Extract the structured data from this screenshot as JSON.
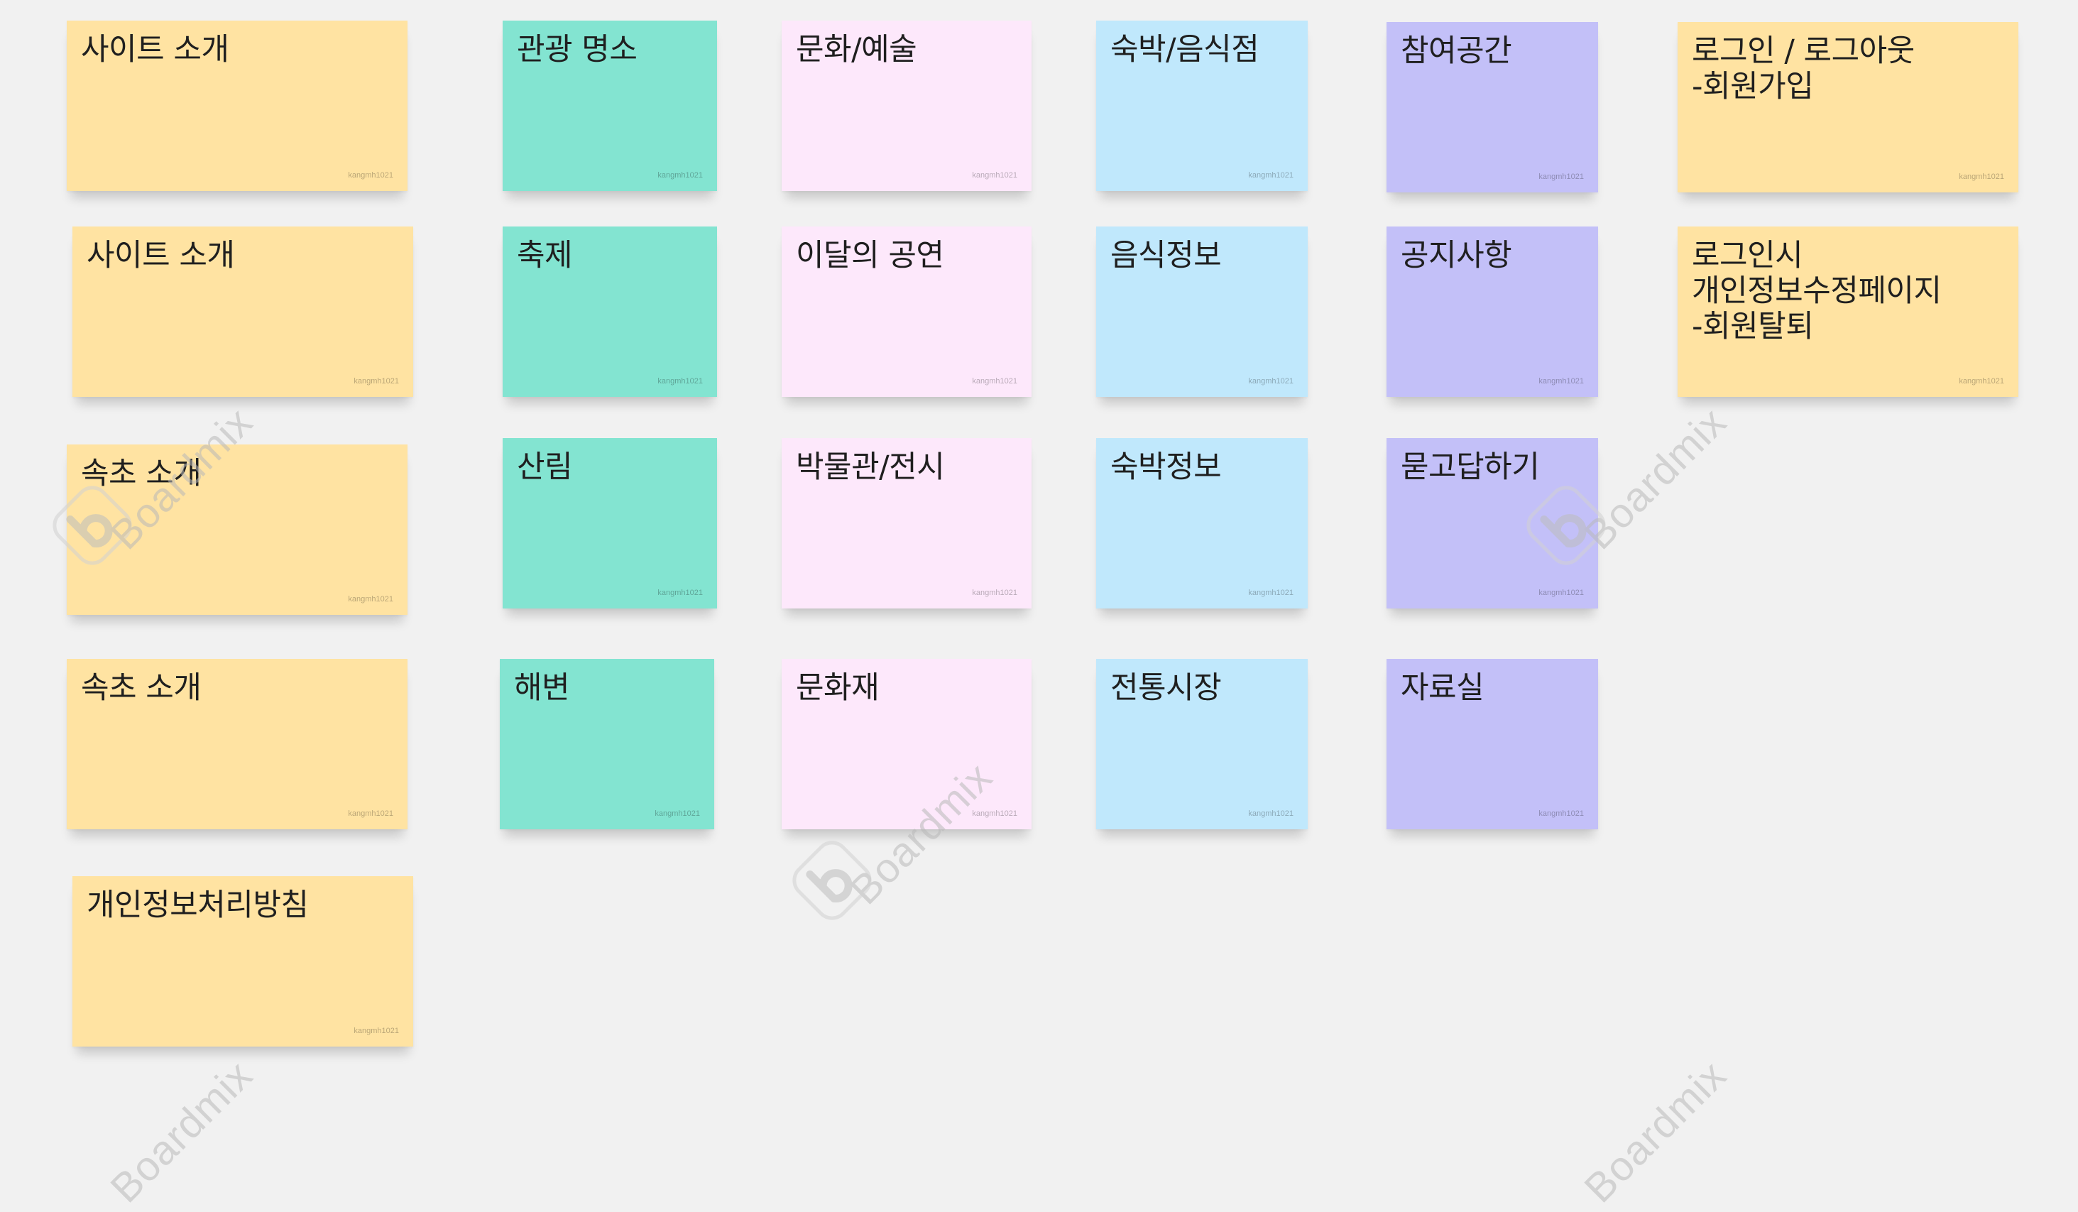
{
  "author_tag": "kangmh1021",
  "watermark_text": "Boardmix",
  "colors": {
    "yellow": "#ffe3a2",
    "green": "#83e4d1",
    "pink": "#fde8fb",
    "blue": "#c0e8fc",
    "purple": "#c3c0f8",
    "background": "#f1f1f1"
  },
  "columns": {
    "yellow": [
      "사이트 소개",
      "사이트 소개",
      "속초 소개",
      "속초 소개",
      "개인정보처리방침"
    ],
    "green": [
      "관광 명소",
      "축제",
      "산림",
      "해변"
    ],
    "pink": [
      "문화/예술",
      "이달의 공연",
      "박물관/전시",
      "문화재"
    ],
    "blue": [
      "숙박/음식점",
      "음식정보",
      "숙박정보",
      "전통시장"
    ],
    "purple": [
      "참여공간",
      "공지사항",
      "묻고답하기",
      "자료실"
    ],
    "login": [
      "로그인 / 로그아웃\n-회원가입",
      "로그인시\n개인정보수정페이지\n-회원탈퇴"
    ]
  }
}
